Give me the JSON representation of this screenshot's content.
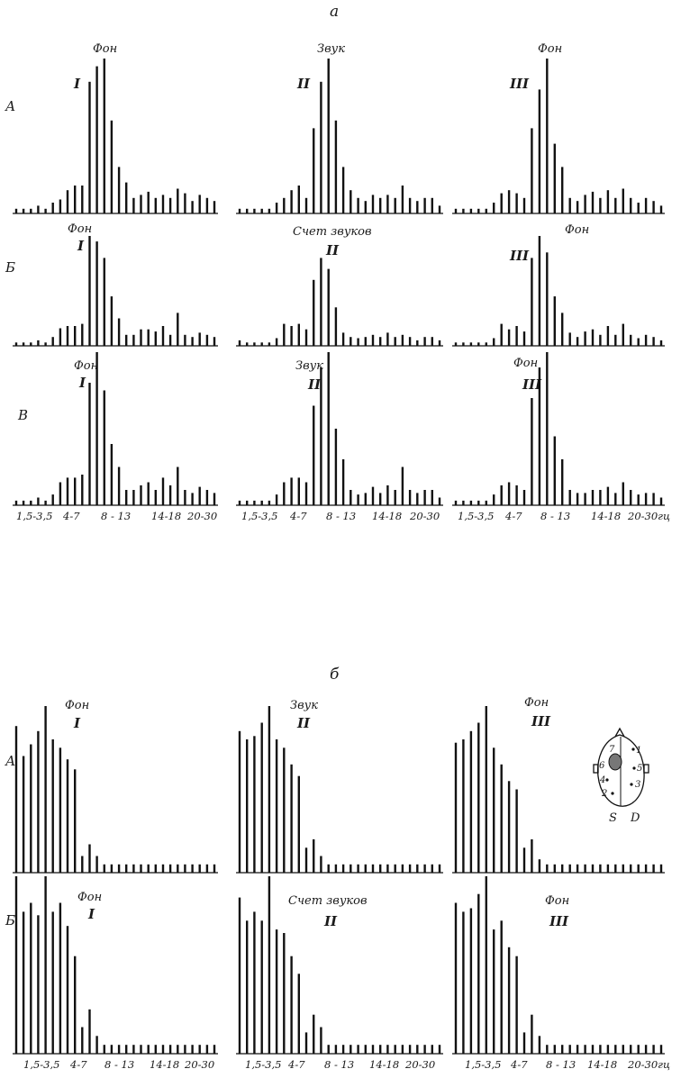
{
  "section_labels": [
    "а",
    "б"
  ],
  "row_letters": [
    "А",
    "Б",
    "В"
  ],
  "roman": [
    "I",
    "II",
    "III"
  ],
  "condition_labels": {
    "background": "Фон",
    "sound": "Звук",
    "counting": "Счет звуков"
  },
  "band_ticks": [
    "1,5-3,5",
    "4-7",
    "8 - 13",
    "14-18",
    "20-30"
  ],
  "band_ticks_last": [
    "1,5-3,5",
    "4-7",
    "8 - 13",
    "14-18",
    "20-30гц"
  ],
  "head_diagram": {
    "electrode_numbers": [
      "1",
      "2",
      "3",
      "4",
      "5",
      "6",
      "7"
    ],
    "side_labels": [
      "S",
      "D"
    ]
  },
  "chart_data": [
    {
      "type": "bar",
      "section": "а",
      "panels": [
        {
          "row": "А",
          "col": "I",
          "label": "Фон",
          "values": [
            3,
            3,
            3,
            5,
            3,
            7,
            9,
            15,
            18,
            18,
            85,
            95,
            100,
            60,
            30,
            20,
            10,
            12,
            14,
            10,
            12,
            10,
            16,
            13,
            8,
            12,
            10,
            8
          ]
        },
        {
          "row": "А",
          "col": "II",
          "label": "Звук",
          "values": [
            3,
            3,
            3,
            3,
            3,
            7,
            10,
            15,
            18,
            10,
            55,
            85,
            100,
            60,
            30,
            15,
            10,
            8,
            12,
            10,
            12,
            10,
            18,
            10,
            8,
            10,
            10,
            5
          ]
        },
        {
          "row": "А",
          "col": "III",
          "label": "Фон",
          "values": [
            3,
            3,
            3,
            3,
            3,
            7,
            13,
            15,
            13,
            10,
            55,
            80,
            100,
            45,
            30,
            10,
            8,
            12,
            14,
            10,
            15,
            10,
            16,
            10,
            7,
            10,
            8,
            5
          ]
        },
        {
          "row": "Б",
          "col": "I",
          "label": "Фон",
          "values": [
            3,
            3,
            3,
            5,
            3,
            8,
            16,
            18,
            18,
            20,
            100,
            95,
            80,
            45,
            25,
            10,
            10,
            15,
            15,
            13,
            18,
            10,
            30,
            10,
            8,
            12,
            10,
            8
          ]
        },
        {
          "row": "Б",
          "col": "II",
          "label": "Счет звуков",
          "values": [
            5,
            3,
            3,
            3,
            3,
            7,
            20,
            18,
            20,
            15,
            60,
            80,
            70,
            35,
            12,
            8,
            7,
            8,
            10,
            8,
            12,
            8,
            10,
            8,
            5,
            8,
            8,
            5
          ]
        },
        {
          "row": "Б",
          "col": "III",
          "label": "Фон",
          "values": [
            3,
            3,
            3,
            3,
            3,
            7,
            20,
            15,
            18,
            13,
            80,
            100,
            85,
            45,
            30,
            12,
            8,
            13,
            15,
            10,
            18,
            10,
            20,
            10,
            7,
            10,
            8,
            5
          ]
        },
        {
          "row": "В",
          "col": "I",
          "label": "Фон",
          "values": [
            3,
            3,
            3,
            5,
            3,
            7,
            15,
            18,
            18,
            20,
            80,
            100,
            75,
            40,
            25,
            10,
            10,
            13,
            15,
            10,
            18,
            13,
            25,
            10,
            8,
            12,
            10,
            8
          ]
        },
        {
          "row": "В",
          "col": "II",
          "label": "Звук",
          "values": [
            3,
            3,
            3,
            3,
            3,
            7,
            15,
            18,
            18,
            15,
            65,
            90,
            100,
            50,
            30,
            10,
            7,
            8,
            12,
            8,
            13,
            10,
            25,
            10,
            8,
            10,
            10,
            5
          ]
        },
        {
          "row": "В",
          "col": "III",
          "label": "Фон",
          "values": [
            3,
            3,
            3,
            3,
            3,
            7,
            13,
            15,
            13,
            10,
            70,
            90,
            100,
            45,
            30,
            10,
            8,
            8,
            10,
            10,
            12,
            8,
            15,
            10,
            7,
            8,
            8,
            5
          ]
        }
      ]
    },
    {
      "type": "bar",
      "section": "б",
      "panels": [
        {
          "row": "А",
          "col": "I",
          "label": "Фон",
          "values": [
            88,
            70,
            77,
            85,
            100,
            80,
            75,
            68,
            62,
            10,
            17,
            10,
            5,
            5,
            5,
            5,
            5,
            5,
            5,
            5,
            5,
            5,
            5,
            5,
            5,
            5,
            5,
            5
          ]
        },
        {
          "row": "А",
          "col": "II",
          "label": "Звук",
          "values": [
            85,
            80,
            82,
            90,
            100,
            80,
            75,
            65,
            58,
            15,
            20,
            10,
            5,
            5,
            5,
            5,
            5,
            5,
            5,
            5,
            5,
            5,
            5,
            5,
            5,
            5,
            5,
            5
          ]
        },
        {
          "row": "А",
          "col": "III",
          "label": "Фон",
          "values": [
            78,
            80,
            85,
            90,
            100,
            75,
            65,
            55,
            50,
            15,
            20,
            8,
            5,
            5,
            5,
            5,
            5,
            5,
            5,
            5,
            5,
            5,
            5,
            5,
            5,
            5,
            5,
            5
          ]
        },
        {
          "row": "Б",
          "col": "I",
          "label": "Фон",
          "values": [
            100,
            80,
            85,
            78,
            100,
            80,
            85,
            72,
            55,
            15,
            25,
            10,
            5,
            5,
            5,
            5,
            5,
            5,
            5,
            5,
            5,
            5,
            5,
            5,
            5,
            5,
            5,
            5
          ]
        },
        {
          "row": "Б",
          "col": "II",
          "label": "Счет звуков",
          "values": [
            88,
            75,
            80,
            75,
            100,
            70,
            68,
            55,
            45,
            12,
            22,
            15,
            5,
            5,
            5,
            5,
            5,
            5,
            5,
            5,
            5,
            5,
            5,
            5,
            5,
            5,
            5,
            5
          ]
        },
        {
          "row": "Б",
          "col": "III",
          "label": "Фон",
          "values": [
            85,
            80,
            82,
            90,
            100,
            70,
            75,
            60,
            55,
            12,
            22,
            10,
            5,
            5,
            5,
            5,
            5,
            5,
            5,
            5,
            5,
            5,
            5,
            5,
            5,
            5,
            5,
            5
          ]
        }
      ]
    }
  ]
}
